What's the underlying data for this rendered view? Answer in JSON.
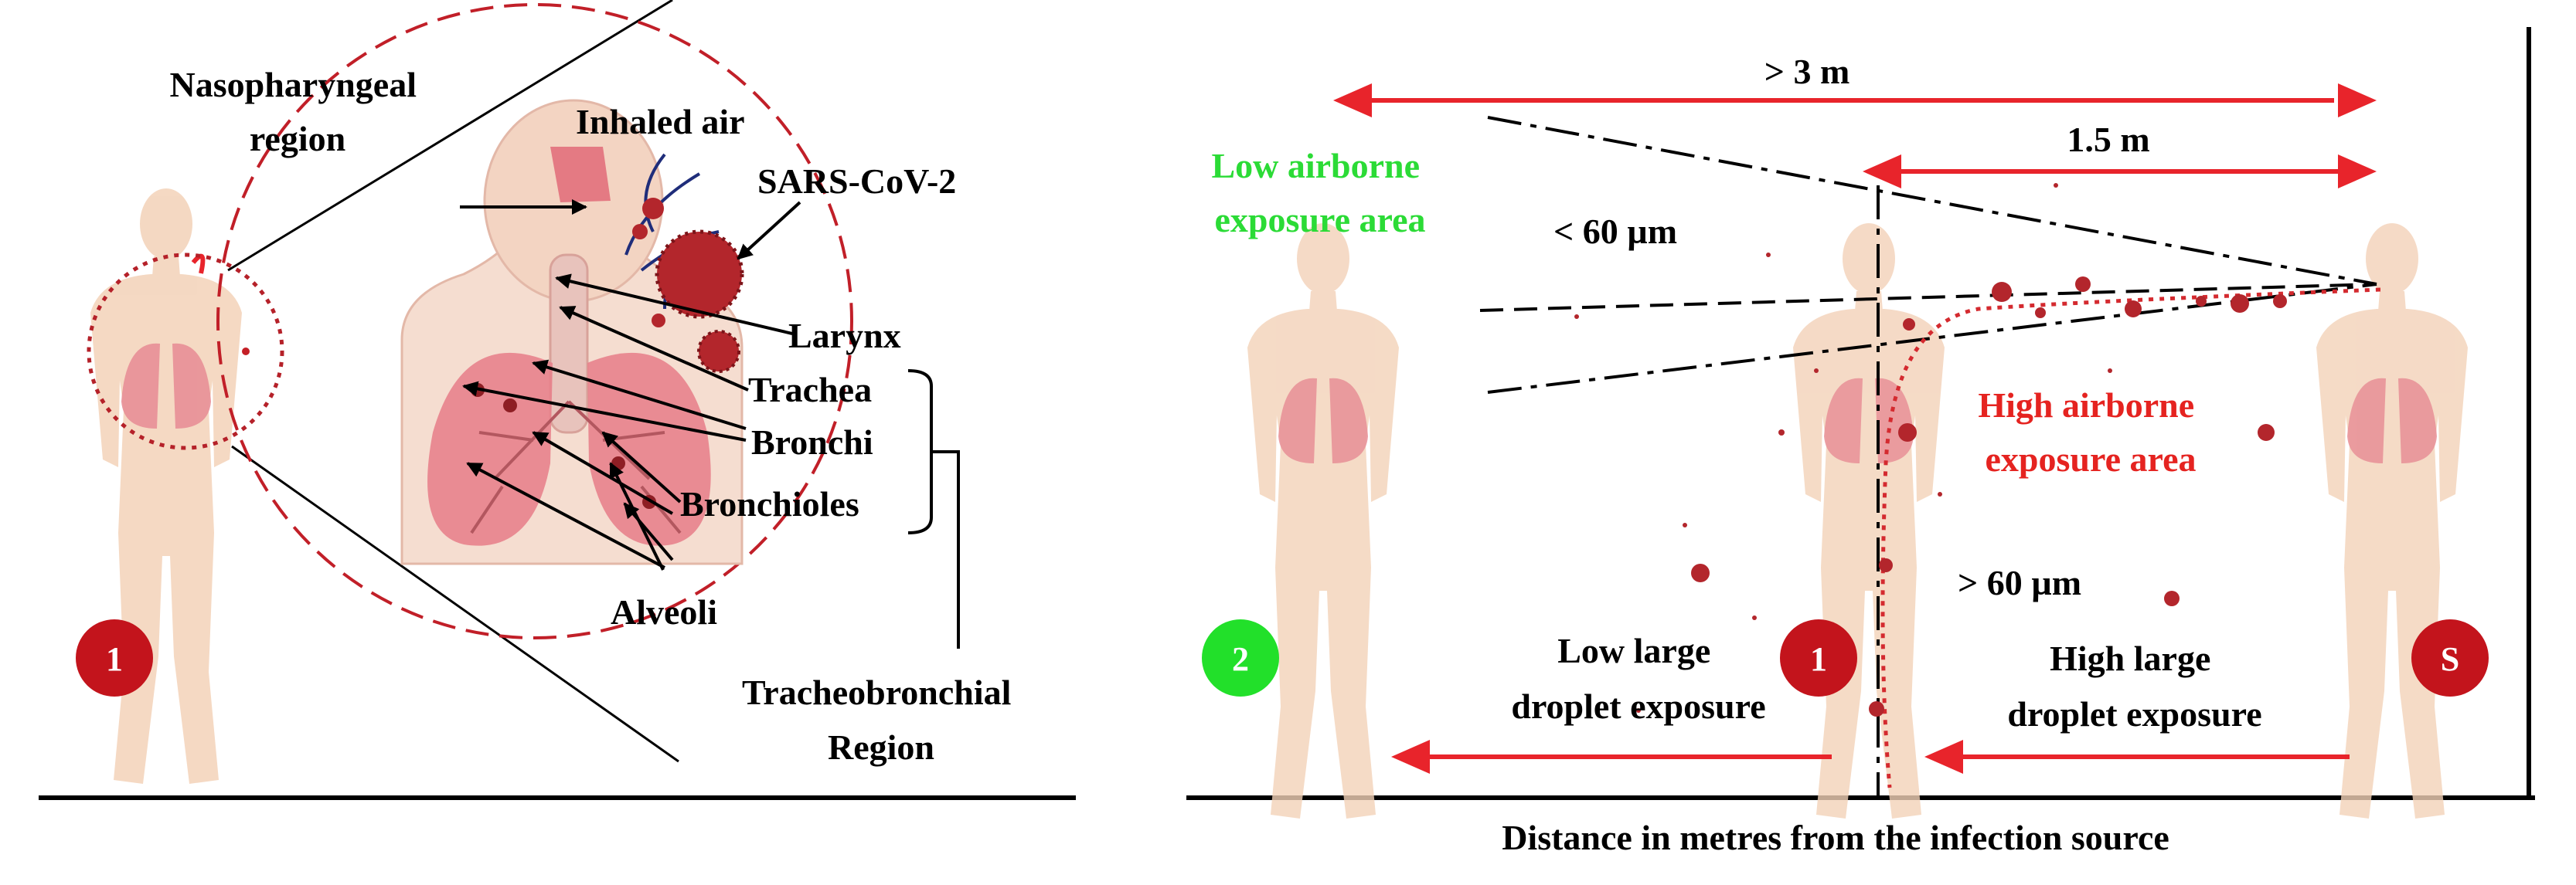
{
  "left_panel": {
    "labels": {
      "nasopharyngeal": [
        "Nasopharyngeal",
        "region"
      ],
      "inhaled_air": "Inhaled air",
      "virus": "SARS-CoV-2",
      "larynx": "Larynx",
      "trachea": "Trachea",
      "bronchi": "Bronchi",
      "bronchioles": "Bronchioles",
      "alveoli": "Alveoli",
      "tracheobronchial": [
        "Tracheobronchial",
        "Region"
      ]
    },
    "person_badge": "1"
  },
  "right_panel": {
    "distance_far": "> 3 m",
    "distance_near": "1.5 m",
    "low_airborne": [
      "Low airborne",
      "exposure area"
    ],
    "small_droplets": "< 60 µm",
    "high_airborne": [
      "High airborne",
      "exposure area"
    ],
    "large_droplets": "> 60 µm",
    "low_large": [
      "Low large",
      "droplet exposure"
    ],
    "high_large": [
      "High large",
      "droplet exposure"
    ],
    "x_axis_label": "Distance in metres from the infection source",
    "badges": {
      "person_2": "2",
      "person_1": "1",
      "source": "S"
    }
  },
  "colors": {
    "accent_red": "#e8242b",
    "badge_red": "#c3141c",
    "badge_green": "#22e02a",
    "text_green": "#2bdb36",
    "text_red": "#e52320",
    "skin": "#f2cfb4",
    "lung": "#e88f97",
    "virus": "#b3262c",
    "air_blue": "#1f2d7a"
  }
}
